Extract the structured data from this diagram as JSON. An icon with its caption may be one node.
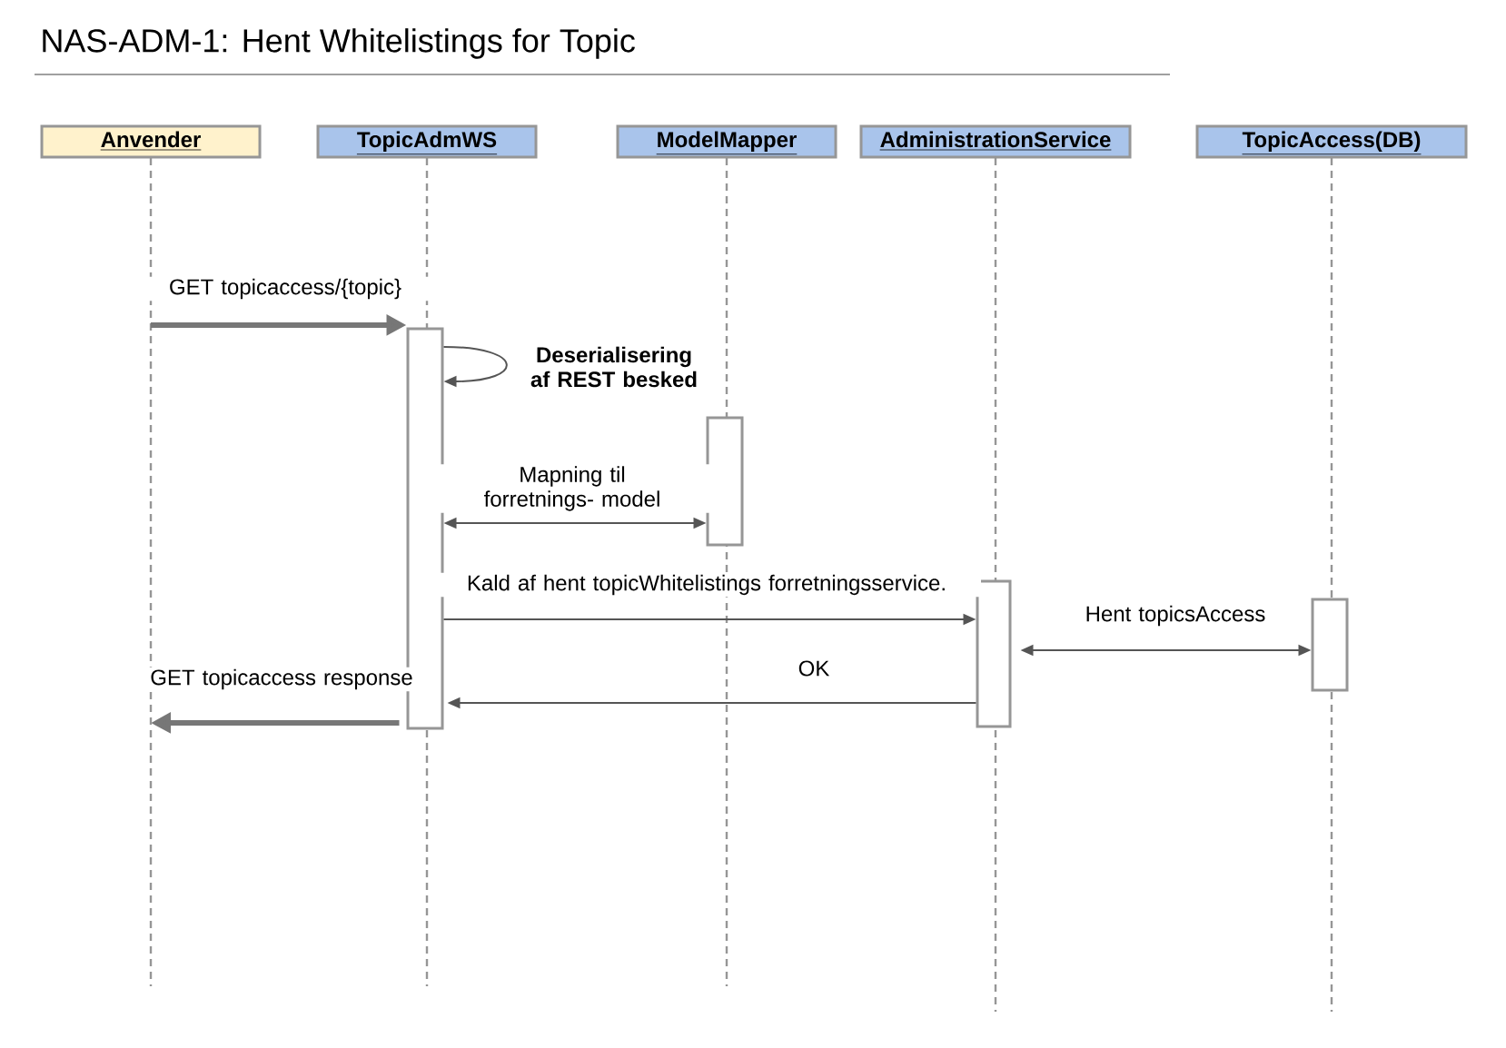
{
  "diagram": {
    "title": "NAS-ADM-1: Hent Whitelistings for Topic",
    "nodes": [
      {
        "text": [
          "Anvender"
        ]
      },
      {
        "text": [
          "TopicAdmWS"
        ]
      },
      {
        "text": [
          "ModelMapper"
        ]
      },
      {
        "text": [
          "AdministrationService"
        ]
      },
      {
        "text": [
          "TopicAccess(DB)"
        ]
      },
      {
        "text": [],
        "shape": "bar",
        "in": 1
      },
      {
        "text": [],
        "shape": "bar",
        "in": 2
      },
      {
        "text": [],
        "shape": "bar",
        "in": 3
      },
      {
        "text": [],
        "shape": "bar",
        "in": 4
      }
    ],
    "edges": [
      {
        "from": 0,
        "to": 5,
        "arrow": "to",
        "label": "GET topicaccess/{topic}",
        "style": "thick",
        "color": "#777777"
      },
      {
        "from": 5,
        "to": 5,
        "arrow": "to",
        "label": "Deserialisering af REST besked"
      },
      {
        "from": 5,
        "to": 6,
        "arrow": "both",
        "label": "Mapning til forretnings- model"
      },
      {
        "from": 5,
        "to": 7,
        "arrow": "to",
        "label": "Kald af hent topicWhitelistings forretningsservice."
      },
      {
        "from": 7,
        "to": 8,
        "arrow": "both",
        "label": "Hent topicsAccess"
      },
      {
        "from": 7,
        "to": 5,
        "arrow": "to",
        "label": "OK"
      },
      {
        "from": 5,
        "to": 0,
        "arrow": "to",
        "label": "GET topicaccess response",
        "style": "thick",
        "color": "#777777"
      }
    ]
  }
}
